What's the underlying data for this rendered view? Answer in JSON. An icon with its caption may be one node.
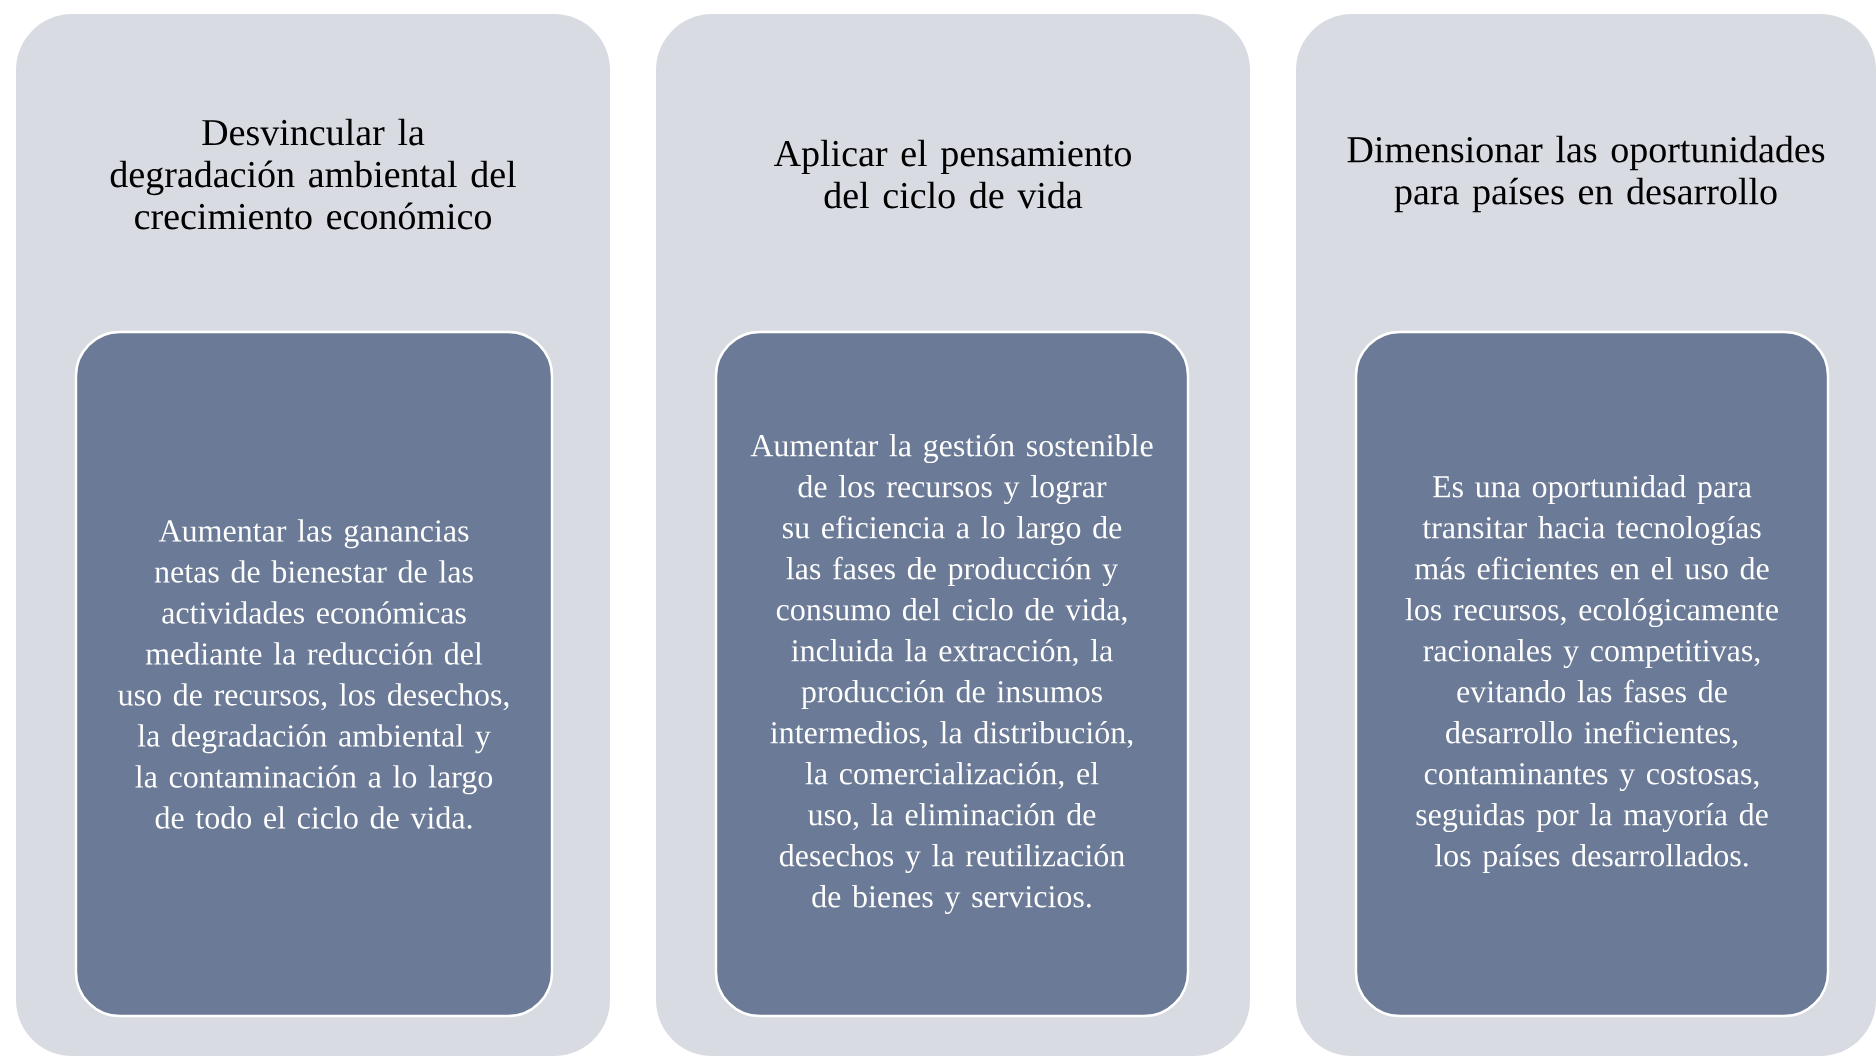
{
  "diagram": {
    "nodes": [
      {
        "text": [
          "Desvincular la degradación ambiental del crecimiento económico"
        ]
      },
      {
        "text": [
          "Aumentar las ganancias netas de bienestar de las actividades económicas mediante la reducción del uso de recursos, los desechos, la degradación ambiental y la contaminación a lo largo de todo el ciclo de vida."
        ],
        "in": 0
      },
      {
        "text": [
          "Aplicar el pensamiento del ciclo de vida"
        ]
      },
      {
        "text": [
          "Aumentar la gestión sostenible de los recursos y lograr su eficiencia a lo largo de las fases de producción y consumo del ciclo de vida, incluida la extracción, la producción de insumos intermedios, la distribución, la comercialización, el uso, la eliminación de desechos y la reutilización de bienes y servicios."
        ],
        "in": 2
      },
      {
        "text": [
          "Dimensionar las oportunidades para países en desarrollo"
        ]
      },
      {
        "text": [
          "Es una oportunidad para transitar hacia tecnologías más eficientes en el uso de los recursos, ecológicamente racionales y competitivas, evitando las fases de desarrollo ineficientes, contaminantes y costosas, seguidas por la mayoría de los países desarrollados."
        ],
        "in": 4
      }
    ]
  }
}
